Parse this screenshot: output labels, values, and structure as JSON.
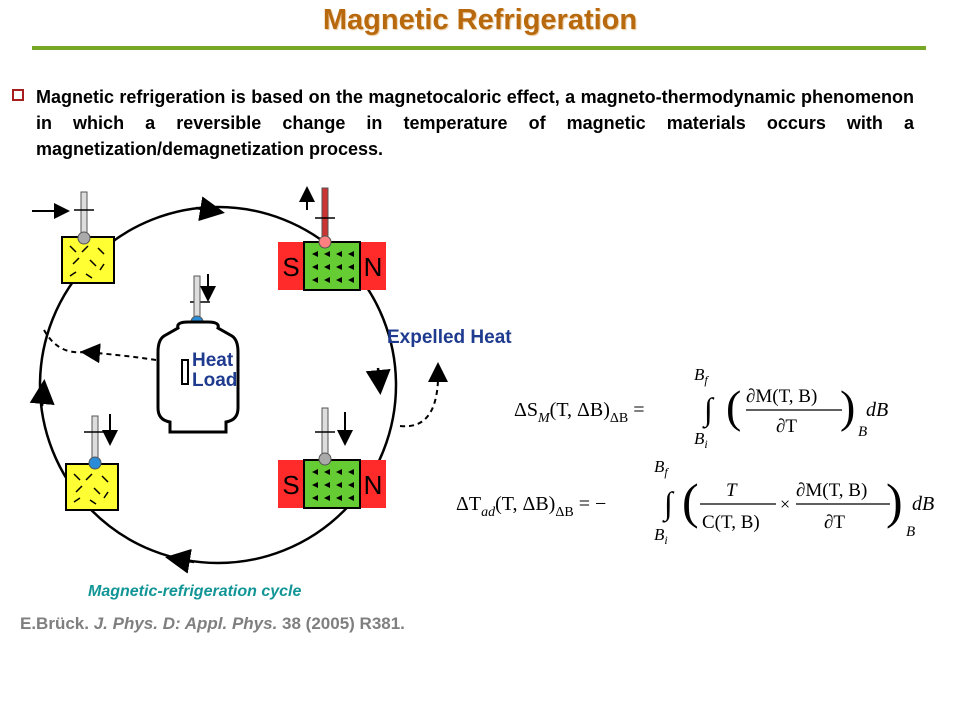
{
  "title": "Magnetic Refrigeration",
  "bullet": "Magnetic refrigeration is based on the magnetocaloric effect, a magneto-thermodynamic phenomenon in which a reversible change in temperature of magnetic materials occurs with a magnetization/demagnetization process.",
  "diagram": {
    "magnet_s": "S",
    "magnet_n": "N",
    "heat_line1": "Heat",
    "heat_line2": "Load",
    "expelled": "Expelled Heat"
  },
  "equations": {
    "eq1_lhs": "ΔS",
    "eq1_sub": "M",
    "eq1_args": "(T, ΔB)",
    "eq1_sub2": "ΔB",
    "eq2_lhs": "ΔT",
    "eq2_sub": "ad",
    "eq2_args": "(T, ΔB)",
    "eq2_sub2": "ΔB",
    "bf": "B",
    "bf_sub": "f",
    "bi": "B",
    "bi_sub": "i",
    "num1": "∂M(T, B)",
    "den1": "∂T",
    "num2": "T",
    "den2": "C(T, B)",
    "dB": "dB",
    "B": "B"
  },
  "caption": "Magnetic-refrigeration cycle",
  "reference": {
    "author": "E.Brück.",
    "journal": "J. Phys. D: Appl. Phys.",
    "citation": "38 (2005) R381."
  },
  "colors": {
    "title": "#b8690e",
    "rule": "#76a826",
    "material_cold": "#ffff33",
    "material_hot": "#66cc33",
    "magnet": "#ff2a2a",
    "label_blue": "#1f3b8f",
    "caption": "#129596"
  }
}
